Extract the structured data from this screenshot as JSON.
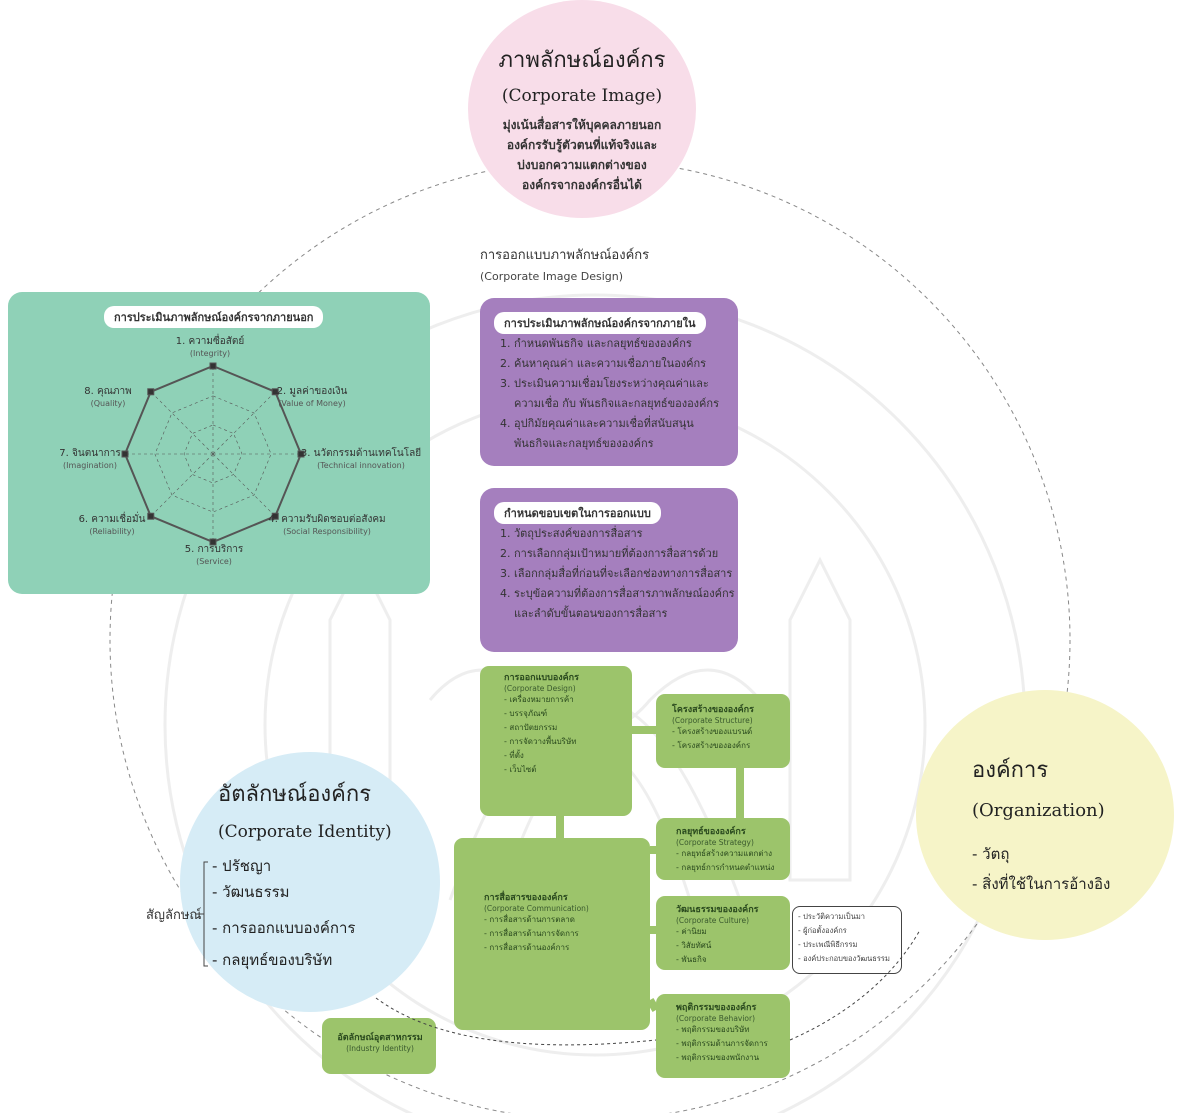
{
  "corporate_image": {
    "title_th": "ภาพลักษณ์องค์กร",
    "title_en": "(Corporate Image)",
    "lines": [
      "มุ่งเน้นสื่อสารให้บุคคลภายนอก",
      "องค์กรรับรู้ตัวตนที่แท้จริงและ",
      "บ่งบอกความแตกต่างของ",
      "องค์กรจากองค์กรอื่นได้"
    ]
  },
  "design_heading": {
    "th": "การออกแบบภาพลักษณ์องค์กร",
    "en": "(Corporate Image Design)"
  },
  "external_eval": {
    "title": "การประเมินภาพลักษณ์องค์กรจากภายนอก",
    "axes": [
      {
        "th": "1. ความซื่อสัตย์",
        "en": "(Integrity)"
      },
      {
        "th": "2. มูลค่าของเงิน",
        "en": "(Value of Money)"
      },
      {
        "th": "3. นวัตกรรมด้านเทคโนโลยี",
        "en": "(Technical innovation)"
      },
      {
        "th": "4. ความรับผิดชอบต่อสังคม",
        "en": "(Social Responsibility)"
      },
      {
        "th": "5. การบริการ",
        "en": "(Service)"
      },
      {
        "th": "6. ความเชื่อมั่น",
        "en": "(Reliability)"
      },
      {
        "th": "7. จินตนาการ",
        "en": "(Imagination)"
      },
      {
        "th": "8. คุณภาพ",
        "en": "(Quality)"
      }
    ]
  },
  "internal_eval": {
    "title": "การประเมินภาพลักษณ์องค์กรจากภายใน",
    "items": [
      "1. กำหนดพันธกิจ และกลยุทธ์ขององค์กร",
      "2. ค้นหาคุณค่า และความเชื่อภายในองค์กร",
      "3. ประเมินความเชื่อมโยงระหว่างคุณค่าและ",
      "ความเชื่อ กับ พันธกิจและกลยุทธ์ขององค์กร",
      "4. อุปกิมัยคุณค่าและความเชื่อที่สนับสนุน",
      "พันธกิจและกลยุทธ์ขององค์กร"
    ]
  },
  "scope": {
    "title": "กำหนดขอบเขตในการออกแบบ",
    "items": [
      "1. วัตถุประสงค์ของการสื่อสาร",
      "2. การเลือกกลุ่มเป้าหมายที่ต้องการสื่อสารด้วย",
      "3. เลือกกลุ่มสื่อที่ก่อนที่จะเลือกช่องทางการสื่อสาร",
      "4. ระบุข้อความที่ต้องการสื่อสารภาพลักษณ์องค์กร",
      "และลำดับขั้นตอนของการสื่อสาร"
    ]
  },
  "corporate_design": {
    "title": "การออกแบบองค์กร",
    "sub": "(Corporate Design)",
    "items": [
      "- เครื่องหมายการค้า",
      "- บรรจุภัณฑ์",
      "- สถาปัตยกรรม",
      "- การจัดวางพื้นบริษัท",
      "- ที่ตั้ง",
      "- เว็บไซต์"
    ]
  },
  "corporate_structure": {
    "title": "โครงสร้างขององค์กร",
    "sub": "(Corporate Structure)",
    "items": [
      "- โครงสร้างของแบรนด์",
      "- โครงสร้างขององค์กร"
    ]
  },
  "corporate_strategy": {
    "title": "กลยุทธ์ขององค์กร",
    "sub": "(Corporate Strategy)",
    "items": [
      "- กลยุทธ์สร้างความแตกต่าง",
      "- กลยุทธ์การกำหนดตำแหน่ง"
    ]
  },
  "corporate_communication": {
    "title": "การสื่อสารขององค์กร",
    "sub": "(Corporate Communication)",
    "items": [
      "- การสื่อสารด้านการตลาด",
      "- การสื่อสารด้านการจัดการ",
      "- การสื่อสารด้านองค์การ"
    ]
  },
  "corporate_culture": {
    "title": "วัฒนธรรมขององค์กร",
    "sub": "(Corporate Culture)",
    "items": [
      "- ค่านิยม",
      "- วิสัยทัศน์",
      "- พันธกิจ"
    ]
  },
  "culture_note": {
    "items": [
      "- ประวัติความเป็นมา",
      "- ผู้ก่อตั้งองค์กร",
      "- ประเพณีพิธีกรรม",
      "- องค์ประกอบของวัฒนธรรม"
    ]
  },
  "corporate_behavior": {
    "title": "พฤติกรรมขององค์กร",
    "sub": "(Corporate Behavior)",
    "items": [
      "- พฤติกรรมของบริษัท",
      "- พฤติกรรมด้านการจัดการ",
      "- พฤติกรรมของพนักงาน"
    ]
  },
  "industry_identity": {
    "title": "อัตลักษณ์อุตสาหกรรม",
    "sub": "(Industry Identity)"
  },
  "corporate_identity": {
    "title_th": "อัตลักษณ์องค์กร",
    "title_en": "(Corporate Identity)",
    "side_label": "สัญลักษณ์",
    "items": [
      "- ปรัชญา",
      "- วัฒนธรรม",
      "- การออกแบบองค์การ",
      "- กลยุทธ์ของบริษัท"
    ]
  },
  "organization": {
    "title_th": "องค์การ",
    "title_en": "(Organization)",
    "items": [
      "- วัตถุ",
      "- สิ่งที่ใช้ในการอ้างอิง"
    ]
  },
  "colors": {
    "pink": "#f8dde9",
    "teal": "#8fd1b7",
    "purple": "#a57fbe",
    "green": "#9cc46b",
    "blue": "#d6ecf6",
    "yellow": "#f6f4c8"
  }
}
